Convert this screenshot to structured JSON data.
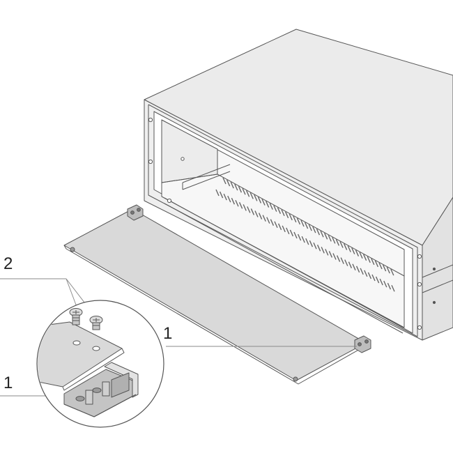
{
  "callouts": {
    "screws": "2",
    "panel_bracket": "1",
    "detail_bracket": "1"
  },
  "colors": {
    "line": "#555555",
    "panel_fill": "#d9d9d9",
    "case_top": "#ebebeb",
    "case_side": "#e2e2e2",
    "case_front": "#efefef",
    "hardware": "#9a9a9a"
  }
}
